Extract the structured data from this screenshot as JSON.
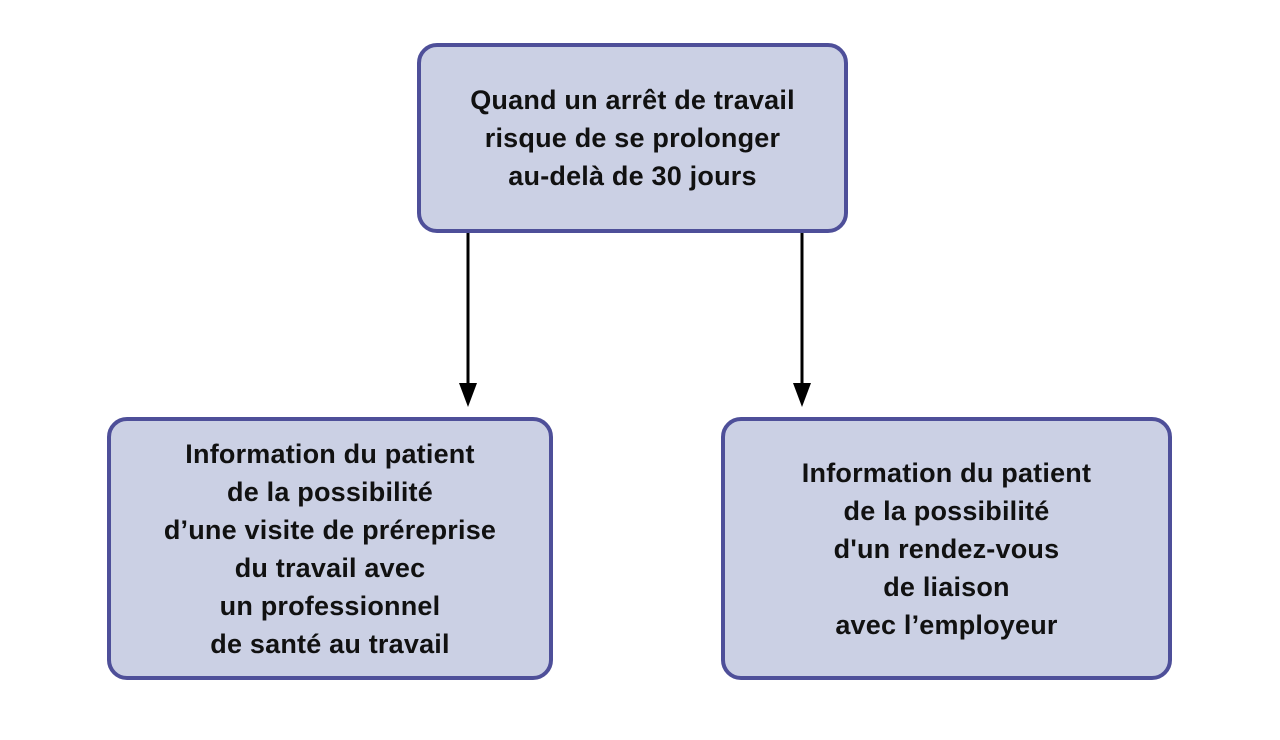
{
  "colors": {
    "background": "#ffffff",
    "box_fill": "#cbd0e4",
    "box_border": "#4e4f99",
    "arrow": "#000000",
    "text": "#111111"
  },
  "nodes": {
    "root": {
      "text": "Quand un arrêt de travail\nrisque de se prolonger\nau-delà de 30 jours"
    },
    "left": {
      "text": "Information du patient\nde la possibilité\nd’une visite de préreprise\ndu travail avec\nun professionnel\nde santé au travail"
    },
    "right": {
      "text": "Information du patient\nde la possibilité\nd'un rendez-vous\nde liaison\navec l’employeur"
    }
  }
}
